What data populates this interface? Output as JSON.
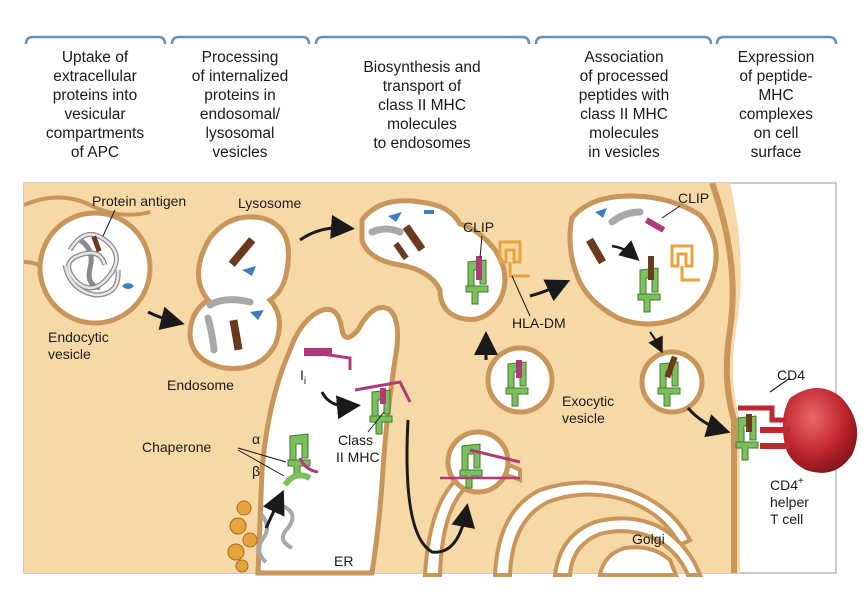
{
  "headers": [
    [
      "Uptake of",
      "extracellular",
      "proteins into",
      "vesicular",
      "compartments",
      "of APC"
    ],
    [
      "Processing",
      "of internalized",
      "proteins in",
      "endosomal/",
      "lysosomal",
      "vesicles"
    ],
    [
      "Biosynthesis and",
      "transport of",
      "class II MHC",
      "molecules",
      "to endosomes"
    ],
    [
      "Association",
      "of processed",
      "peptides with",
      "class II MHC",
      "molecules",
      "in vesicles"
    ],
    [
      "Expression",
      "of peptide-",
      "MHC",
      "complexes",
      "on cell",
      "surface"
    ]
  ],
  "labels": {
    "protein_antigen": "Protein antigen",
    "lysosome": "Lysosome",
    "endocytic_vesicle_1": "Endocytic",
    "endocytic_vesicle_2": "vesicle",
    "endosome": "Endosome",
    "clip_1": "CLIP",
    "clip_2": "CLIP",
    "hla_dm": "HLA-DM",
    "ii": "I",
    "ii_sub": "i",
    "class2_1": "Class",
    "class2_2": "II MHC",
    "chaperone": "Chaperone",
    "alpha": "α",
    "beta": "β",
    "exocytic_1": "Exocytic",
    "exocytic_2": "vesicle",
    "er": "ER",
    "golgi": "Golgi",
    "cd4": "CD4",
    "cd4_helper_1": "CD4",
    "cd4_helper_sup": "+",
    "cd4_helper_2": "helper",
    "cd4_helper_3": "T cell"
  },
  "colors": {
    "cytoplasm": "#f6d9a6",
    "membrane": "#c8955a",
    "mhc_green": "#7cc05e",
    "invariant_chain": "#b03a78",
    "hla_dm_orange": "#e8a33c",
    "peptide_brown": "#6b3a1e",
    "t_cell_red": "#c0262d"
  }
}
